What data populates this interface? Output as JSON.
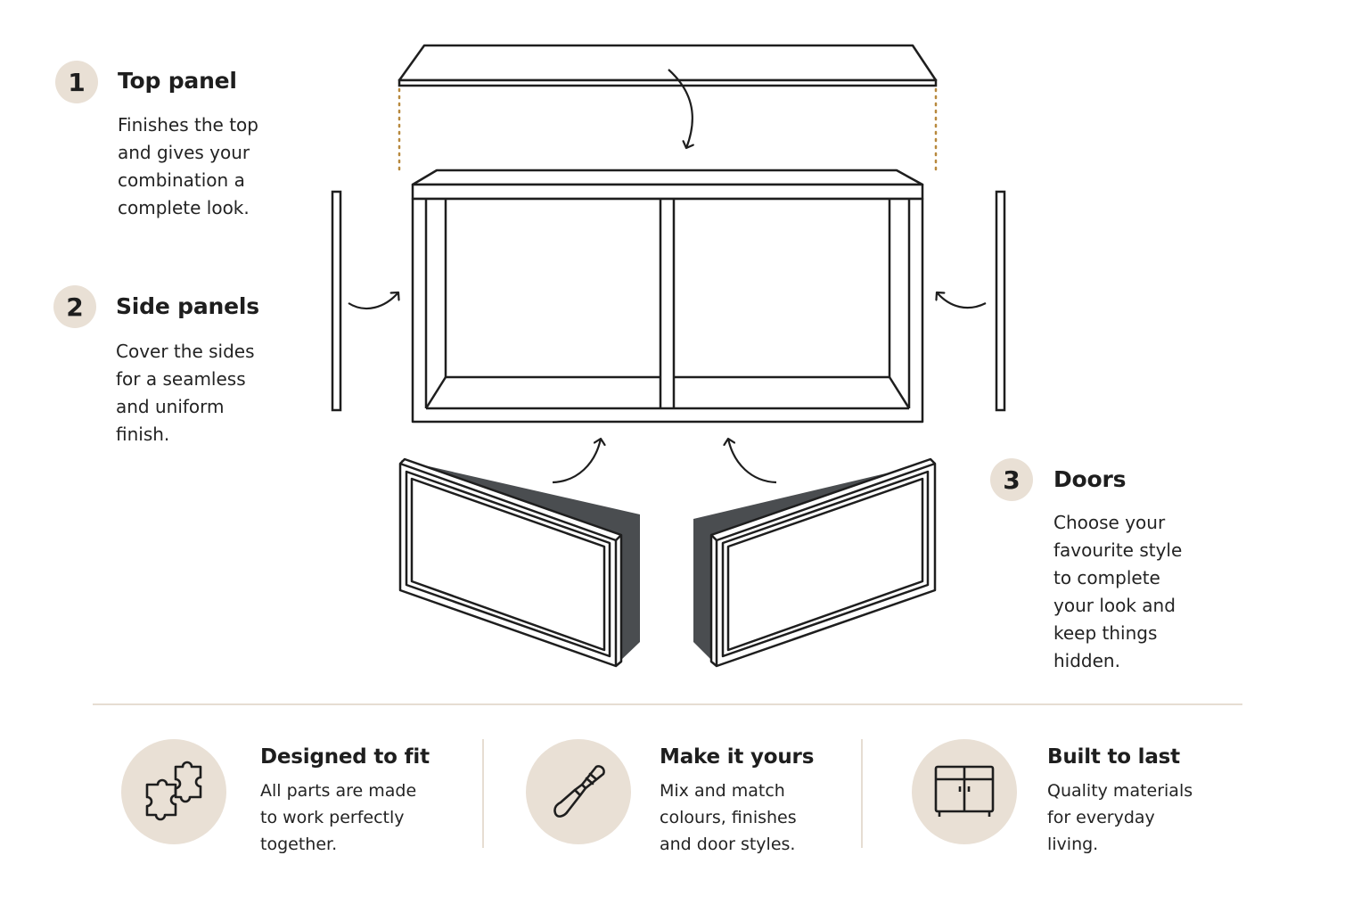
{
  "steps": [
    {
      "number": "1",
      "title": "Top panel",
      "description": "Finishes the top\nand gives your\ncombination a\ncomplete look."
    },
    {
      "number": "2",
      "title": "Side panels",
      "description": "Cover the sides\nfor a seamless\nand uniform\nfinish."
    },
    {
      "number": "3",
      "title": "Doors",
      "description": "Choose your\nfavourite style\nto complete\nyour look and\nkeep things\nhidden."
    }
  ],
  "features": [
    {
      "icon": "puzzle-icon",
      "title": "Designed to fit",
      "description": "All parts are made\nto work perfectly\ntogether."
    },
    {
      "icon": "paintbrush-icon",
      "title": "Make it yours",
      "description": "Mix and match\ncolours, finishes\nand door styles."
    },
    {
      "icon": "cabinet-icon",
      "title": "Built to last",
      "description": "Quality materials\nfor everyday\nliving."
    }
  ],
  "colors": {
    "badge": "#e9e0d5",
    "guide_dots": "#b8893e",
    "door_shadow": "#4a4d50",
    "line": "#1e1e1e"
  }
}
